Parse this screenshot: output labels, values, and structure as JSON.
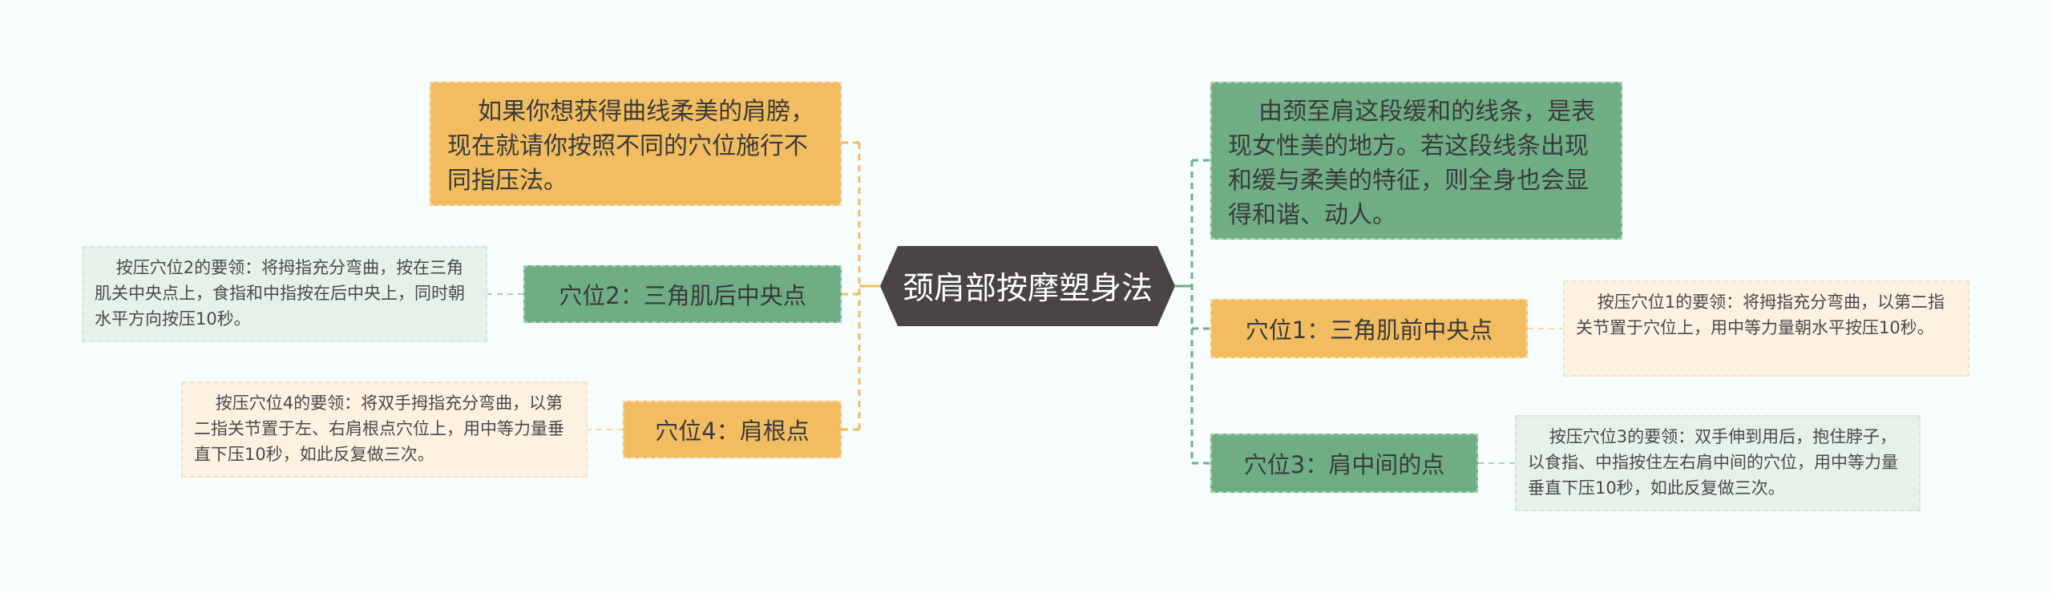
{
  "center": {
    "label": "颈肩部按摩塑身法"
  },
  "left": {
    "intro": "    如果你想获得曲线柔美的肩膀，现在就请你按照不同的穴位施行不同指压法。",
    "point2": {
      "label": "穴位2：三角肌后中央点",
      "detail": "    按压穴位2的要领：将拇指充分弯曲，按在三角肌关中央点上，食指和中指按在后中央上，同时朝水平方向按压10秒。"
    },
    "point4": {
      "label": "穴位4：肩根点",
      "detail": "    按压穴位4的要领：将双手拇指充分弯曲，以第二指关节置于左、右肩根点穴位上，用中等力量垂直下压10秒，如此反复做三次。"
    }
  },
  "right": {
    "intro": "    由颈至肩这段缓和的线条，是表现女性美的地方。若这段线条出现和缓与柔美的特征，则全身也会显得和谐、动人。",
    "point1": {
      "label": "穴位1：三角肌前中央点",
      "detail": "    按压穴位1的要领：将拇指充分弯曲，以第二指关节置于穴位上，用中等力量朝水平按压10秒。"
    },
    "point3": {
      "label": "穴位3：肩中间的点",
      "detail": "    按压穴位3的要领：双手伸到用后，抱住脖子，以食指、中指按住左右肩中间的穴位，用中等力量垂直下压10秒，如此反复做三次。"
    }
  },
  "colors": {
    "orange": "#f2bd60",
    "green": "#6fae85",
    "center": "#4a4545",
    "leaf_orange": "#fdf1e2",
    "leaf_green": "#e6f1ea"
  }
}
